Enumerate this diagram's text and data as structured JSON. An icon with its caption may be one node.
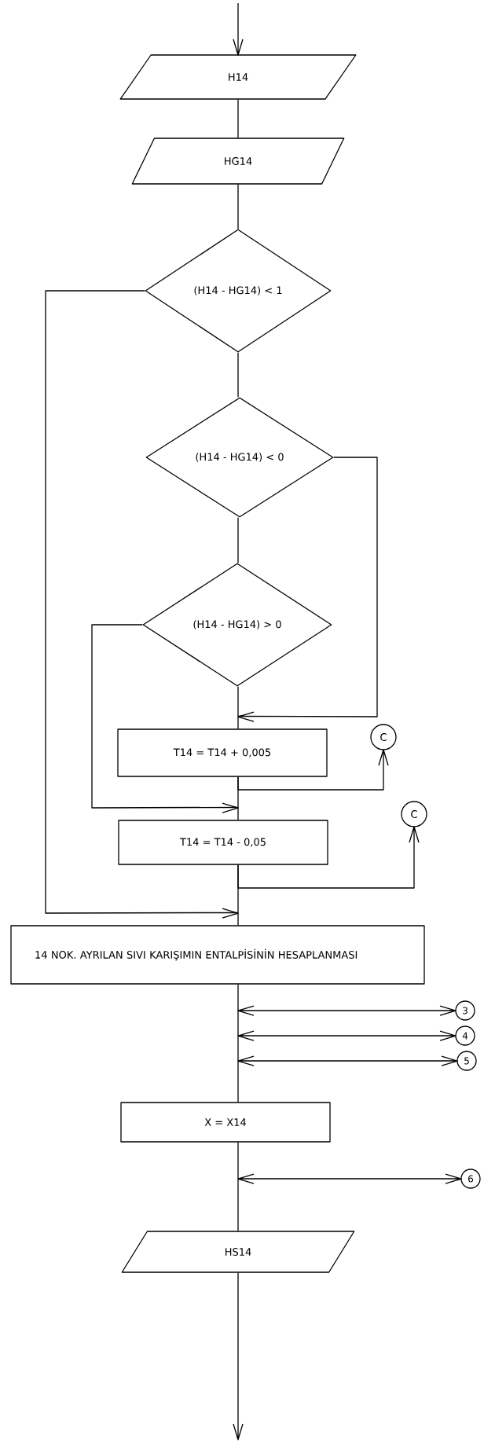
{
  "diagram": {
    "nodes": [
      {
        "text": [
          "H14"
        ]
      },
      {
        "text": [
          "HG14"
        ]
      },
      {
        "text": [
          "(H14 - HG14) < 1"
        ]
      },
      {
        "text": [
          "(H14 - HG14) < 0"
        ]
      },
      {
        "text": [
          "(H14 - HG14) > 0"
        ]
      },
      {
        "text": [
          "T14 = T14 + 0,005"
        ]
      },
      {
        "text": [
          "C"
        ]
      },
      {
        "text": [
          "T14 = T14 - 0,05"
        ]
      },
      {
        "text": [
          "C"
        ]
      },
      {
        "text": [
          "14 NOK. AYRILAN SIVI KARIŞIMIN ENTALPİSİNİN HESAPLANMASI"
        ]
      },
      {
        "text": [
          "3"
        ]
      },
      {
        "text": [
          "4"
        ]
      },
      {
        "text": [
          "5"
        ]
      },
      {
        "text": [
          "X = X14"
        ]
      },
      {
        "text": [
          "6"
        ]
      },
      {
        "text": [
          "HS14"
        ]
      }
    ],
    "edges": [
      {
        "from": null,
        "to": 0,
        "arrow": "to"
      },
      {
        "from": 0,
        "to": 1,
        "arrow": "none"
      },
      {
        "from": 1,
        "to": 2,
        "arrow": "none"
      },
      {
        "from": 2,
        "to": 3,
        "arrow": "none"
      },
      {
        "from": 3,
        "to": 4,
        "arrow": "none"
      },
      {
        "from": 2,
        "to": 9,
        "arrow": "to"
      },
      {
        "from": 3,
        "to": 5,
        "arrow": "to"
      },
      {
        "from": 4,
        "to": 5,
        "arrow": "none"
      },
      {
        "from": 4,
        "to": 7,
        "arrow": "to"
      },
      {
        "from": 5,
        "to": 6,
        "arrow": "to"
      },
      {
        "from": 5,
        "to": 7,
        "arrow": "none"
      },
      {
        "from": 7,
        "to": 8,
        "arrow": "to"
      },
      {
        "from": 7,
        "to": 9,
        "arrow": "none"
      },
      {
        "from": null,
        "to": 10,
        "arrow": "both"
      },
      {
        "from": null,
        "to": 11,
        "arrow": "both"
      },
      {
        "from": null,
        "to": 12,
        "arrow": "both"
      },
      {
        "from": 9,
        "to": 13,
        "arrow": "none"
      },
      {
        "from": null,
        "to": 14,
        "arrow": "both"
      },
      {
        "from": 13,
        "to": 15,
        "arrow": "none"
      },
      {
        "from": 15,
        "to": null,
        "arrow": "to"
      }
    ]
  }
}
